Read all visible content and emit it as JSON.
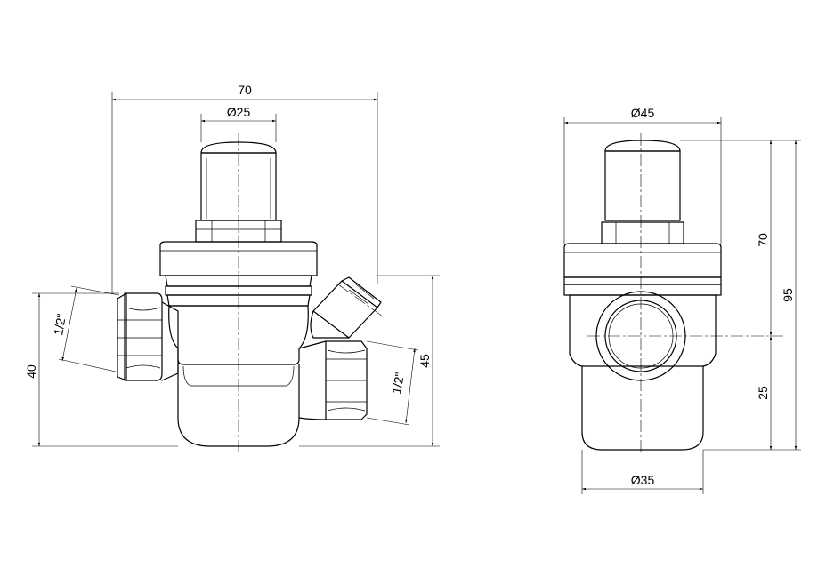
{
  "front_view": {
    "width": "70",
    "cap_diameter": "Ø25",
    "height_left": "40",
    "height_right": "45",
    "thread_left": "1/2\"",
    "thread_right": "1/2\""
  },
  "side_view": {
    "body_diameter": "Ø45",
    "base_diameter": "Ø35",
    "height_upper": "70",
    "height_total": "95",
    "height_lower": "25"
  },
  "colors": {
    "line": "#000000",
    "background": "#ffffff"
  }
}
